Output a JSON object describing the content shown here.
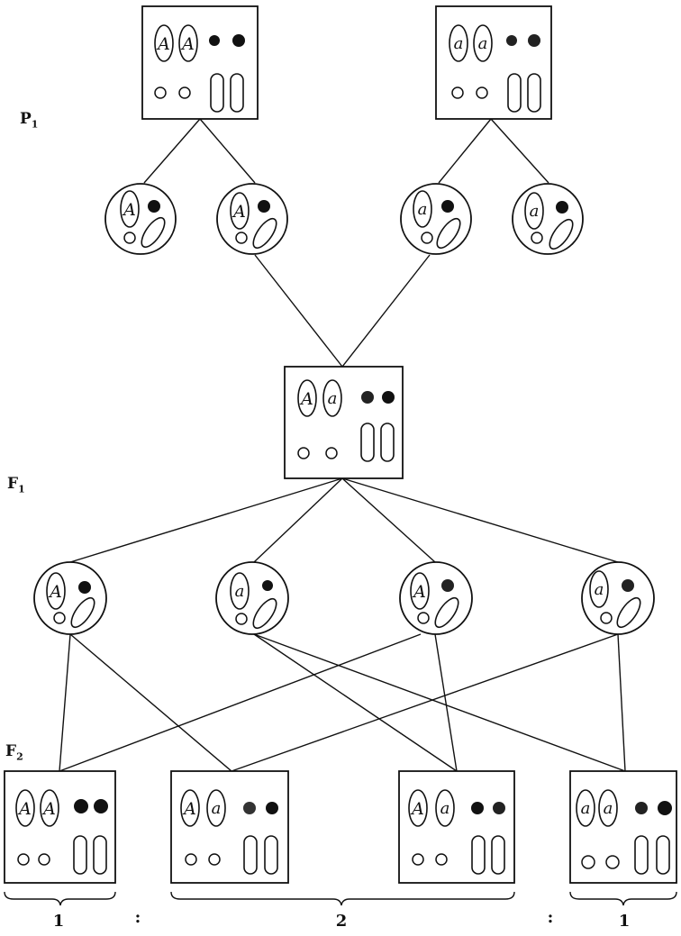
{
  "generation_labels": {
    "p1": "P",
    "p1_sub": "1",
    "f1": "F",
    "f1_sub": "1",
    "f2": "F",
    "f2_sub": "2"
  },
  "allele_letters": {
    "dominant": "A",
    "recessive": "a"
  },
  "ratio": {
    "first": "1",
    "sep1": ":",
    "middle": "2",
    "sep2": ":",
    "last": "1"
  },
  "colors": {
    "ink": "#111111",
    "paper": "#ffffff",
    "grey_ink": "#555555"
  }
}
